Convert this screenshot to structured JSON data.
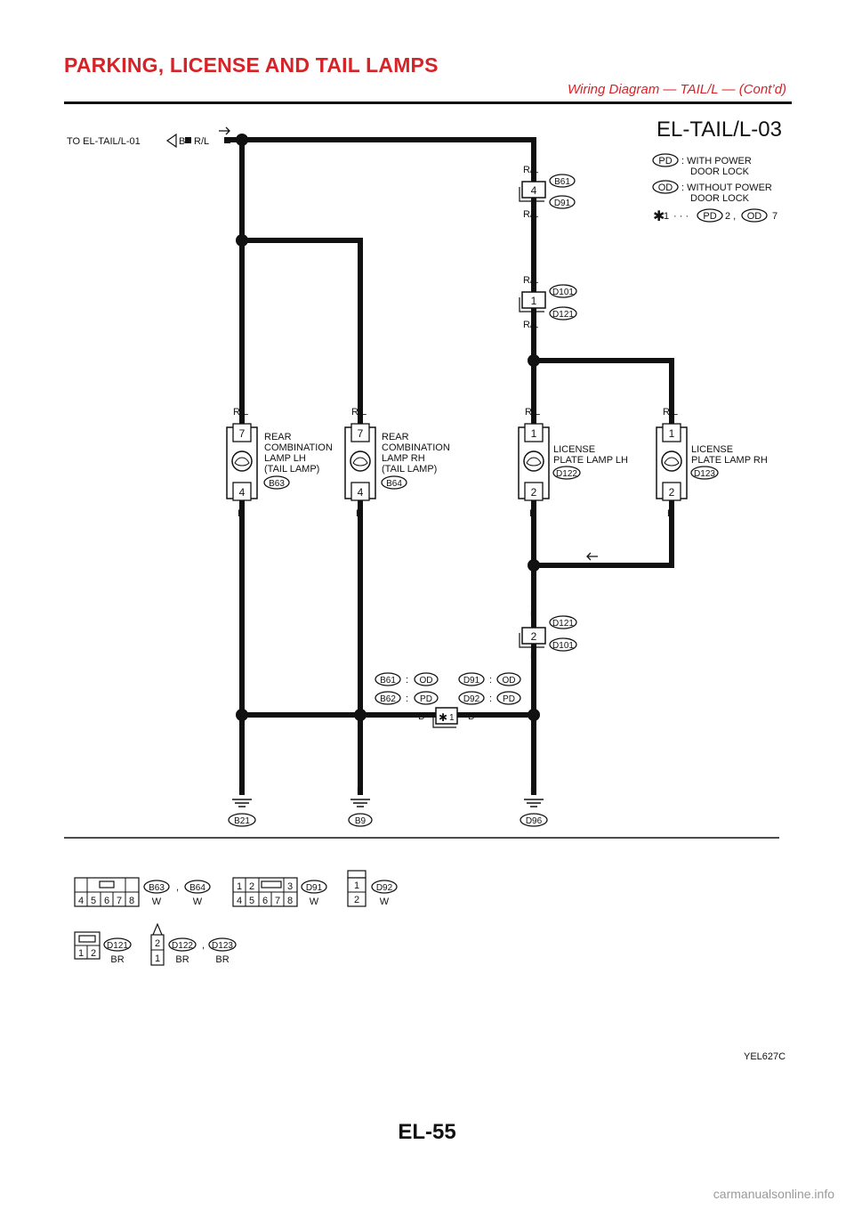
{
  "header": {
    "title": "PARKING, LICENSE AND TAIL LAMPS",
    "subtitle": "Wiring Diagram — TAIL/L — (Cont’d)"
  },
  "diagram": {
    "code": "EL-TAIL/L-03",
    "from_ref": "TO EL-TAIL/L-01",
    "from_conn": "B",
    "wire_rl": "R/L",
    "wire_b": "B",
    "legend": {
      "pd": "PD",
      "pd_line1": ": WITH POWER",
      "pd_line2": "DOOR LOCK",
      "od": "OD",
      "od_line1": ": WITHOUT POWER",
      "od_line2": "DOOR LOCK",
      "star_note": "1",
      "star_dots": "· · ·",
      "star_pd_val": "2 ,",
      "star_od_val": "7"
    },
    "connectors": {
      "b61": "B61",
      "d91": "D91",
      "pin4": "4",
      "d101": "D101",
      "d121": "D121",
      "pin1": "1",
      "pin2": "2",
      "b62": "B62",
      "d92": "D92",
      "colon": ":",
      "star_pin": "1"
    },
    "lamps": {
      "rear_lh": {
        "pin_top": "7",
        "pin_bot": "4",
        "l1": "REAR",
        "l2": "COMBINATION",
        "l3": "LAMP LH",
        "l4": "(TAIL LAMP)",
        "conn": "B63"
      },
      "rear_rh": {
        "pin_top": "7",
        "pin_bot": "4",
        "l1": "REAR",
        "l2": "COMBINATION",
        "l3": "LAMP RH",
        "l4": "(TAIL LAMP)",
        "conn": "B64"
      },
      "lic_lh": {
        "pin_top": "1",
        "pin_bot": "2",
        "l1": "LICENSE",
        "l2": "PLATE LAMP LH",
        "conn": "D122"
      },
      "lic_rh": {
        "pin_top": "1",
        "pin_bot": "2",
        "l1": "LICENSE",
        "l2": "PLATE LAMP RH",
        "conn": "D123"
      }
    },
    "grounds": {
      "g1": "B21",
      "g2": "B9",
      "g3": "D96"
    },
    "connector_views": {
      "b63_b64": {
        "pins": [
          "4",
          "5",
          "6",
          "7",
          "8"
        ],
        "conn1": "B63",
        "sep": ",",
        "conn2": "B64",
        "color": "W"
      },
      "d91": {
        "pins_top": [
          "1",
          "2",
          "3"
        ],
        "pins_bot": [
          "4",
          "5",
          "6",
          "7",
          "8"
        ],
        "conn": "D91",
        "color": "W"
      },
      "d92": {
        "pins": [
          "1",
          "2"
        ],
        "conn": "D92",
        "color": "W"
      },
      "d121": {
        "pins": [
          "1",
          "2"
        ],
        "conn": "D121",
        "color": "BR"
      },
      "d122_d123": {
        "pins": [
          "2",
          "1"
        ],
        "conn1": "D122",
        "sep": ",",
        "conn2": "D123",
        "color": "BR"
      }
    },
    "figure_code": "YEL627C"
  },
  "page_number": "EL-55",
  "watermark": "carmanualsonline.info"
}
